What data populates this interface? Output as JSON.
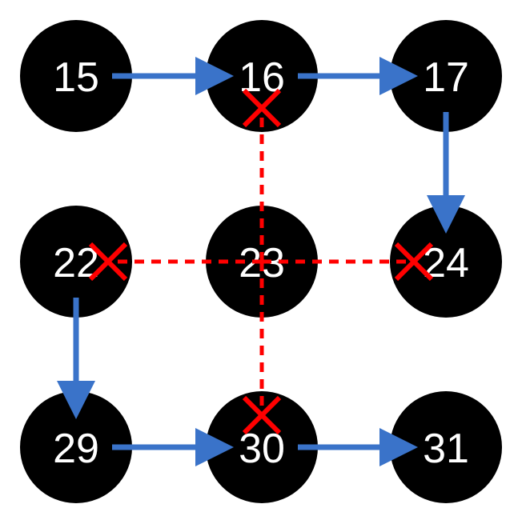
{
  "colors": {
    "node": "#000000",
    "label": "#ffffff",
    "path_arrow": "#3a73c9",
    "blocked": "#ff0000"
  },
  "nodes": [
    {
      "id": "15",
      "label": "15"
    },
    {
      "id": "16",
      "label": "16"
    },
    {
      "id": "17",
      "label": "17"
    },
    {
      "id": "22",
      "label": "22"
    },
    {
      "id": "23",
      "label": "23"
    },
    {
      "id": "24",
      "label": "24"
    },
    {
      "id": "29",
      "label": "29"
    },
    {
      "id": "30",
      "label": "30"
    },
    {
      "id": "31",
      "label": "31"
    }
  ],
  "path_edges": [
    {
      "from": "15",
      "to": "16"
    },
    {
      "from": "16",
      "to": "17"
    },
    {
      "from": "17",
      "to": "24"
    },
    {
      "from": "22",
      "to": "29"
    },
    {
      "from": "29",
      "to": "30"
    },
    {
      "from": "30",
      "to": "31"
    }
  ],
  "blocked_edges": [
    {
      "from": "23",
      "to": "16"
    },
    {
      "from": "23",
      "to": "22"
    },
    {
      "from": "23",
      "to": "24"
    },
    {
      "from": "23",
      "to": "30"
    }
  ]
}
